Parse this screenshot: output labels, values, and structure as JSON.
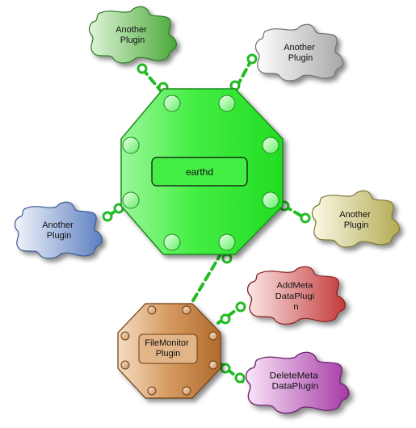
{
  "hub": {
    "label": "earthd"
  },
  "monitor": {
    "label_line1": "FileMonitor",
    "label_line2": "Plugin"
  },
  "plugins": {
    "top_left": {
      "line1": "Another",
      "line2": "Plugin",
      "color": "#5fb84a"
    },
    "top_right": {
      "line1": "Another",
      "line2": "Plugin",
      "color": "#bdbdbd"
    },
    "left": {
      "line1": "Another",
      "line2": "Plugin",
      "color": "#6f8fc4"
    },
    "right": {
      "line1": "Another",
      "line2": "Plugin",
      "color": "#c8c070"
    },
    "addmeta": {
      "line1": "AddMeta",
      "line2": "DataPlugi",
      "line3": "n",
      "color": "#cc4a4a"
    },
    "deletemeta": {
      "line1": "DeleteMeta",
      "line2": "DataPlugin",
      "color": "#b54bb5"
    }
  },
  "colors": {
    "hub": "#33e833",
    "monitor": "#b87333",
    "connector": "#22bb22"
  }
}
